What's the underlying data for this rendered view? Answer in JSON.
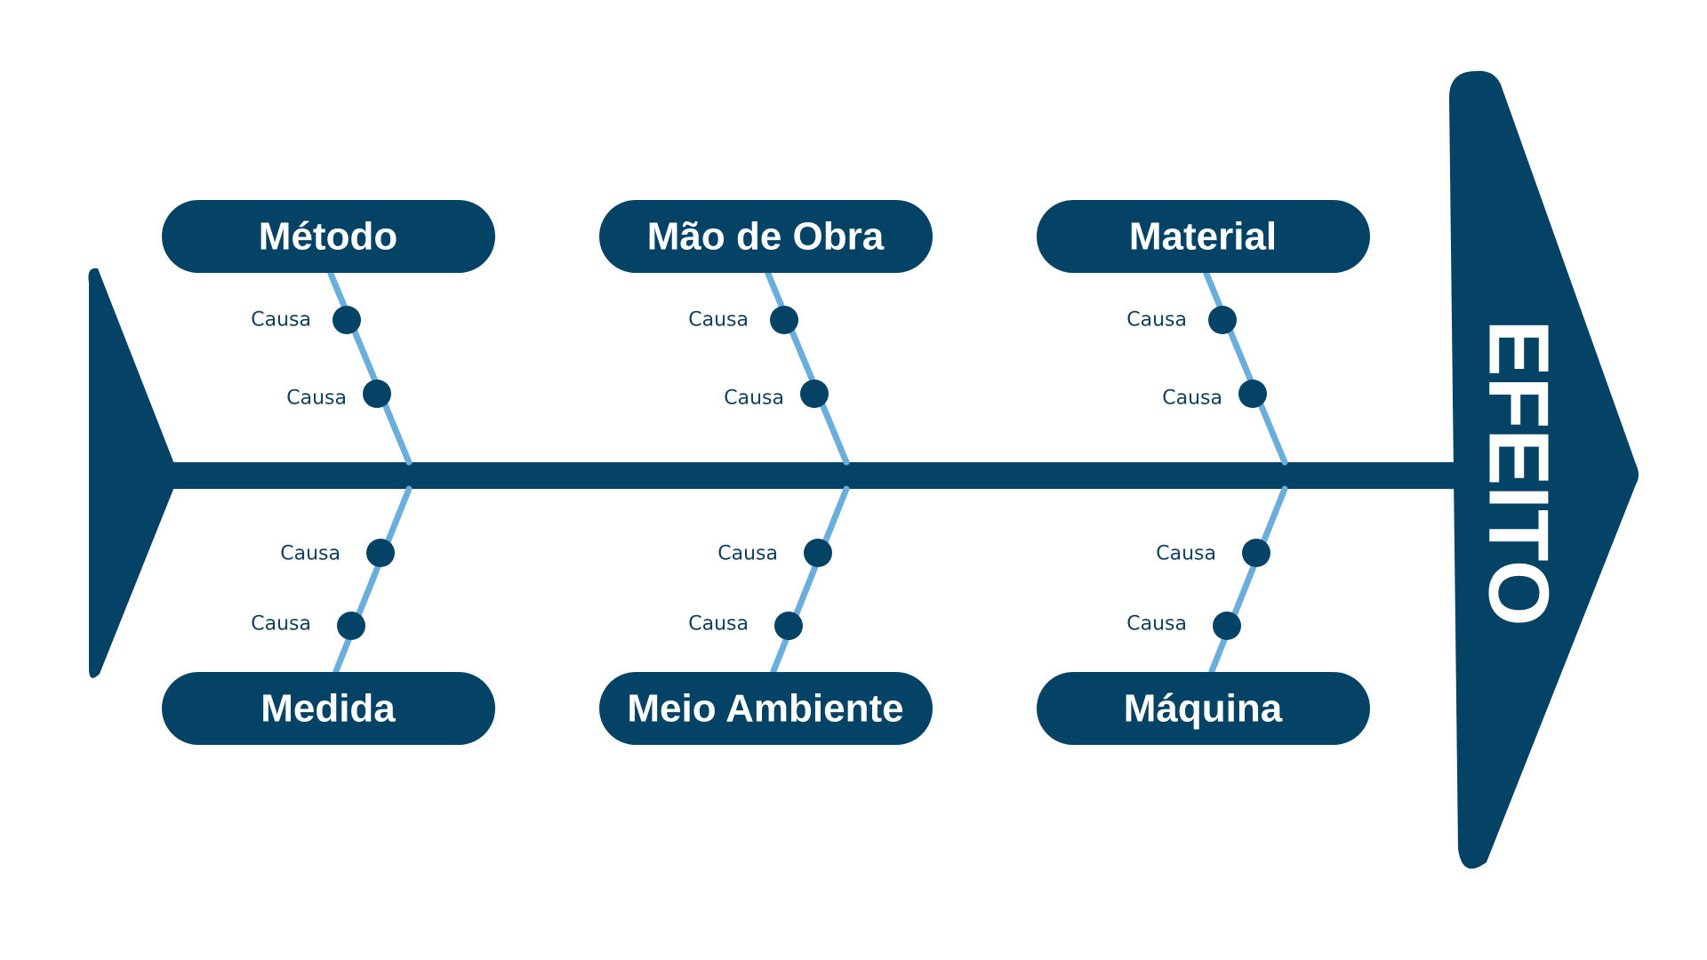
{
  "diagram": {
    "type": "fishbone",
    "effect": "EFEITO",
    "colors": {
      "primary": "#054366",
      "bone": "#6aaedb",
      "text_on_primary": "#ffffff",
      "cause_text": "#0f3f5c",
      "background": "#ffffff"
    },
    "categories": [
      {
        "name": "Método",
        "side": "top",
        "causes": [
          "Causa",
          "Causa"
        ]
      },
      {
        "name": "Mão de Obra",
        "side": "top",
        "causes": [
          "Causa",
          "Causa"
        ]
      },
      {
        "name": "Material",
        "side": "top",
        "causes": [
          "Causa",
          "Causa"
        ]
      },
      {
        "name": "Medida",
        "side": "bottom",
        "causes": [
          "Causa",
          "Causa"
        ]
      },
      {
        "name": "Meio Ambiente",
        "side": "bottom",
        "causes": [
          "Causa",
          "Causa"
        ]
      },
      {
        "name": "Máquina",
        "side": "bottom",
        "causes": [
          "Causa",
          "Causa"
        ]
      }
    ]
  }
}
